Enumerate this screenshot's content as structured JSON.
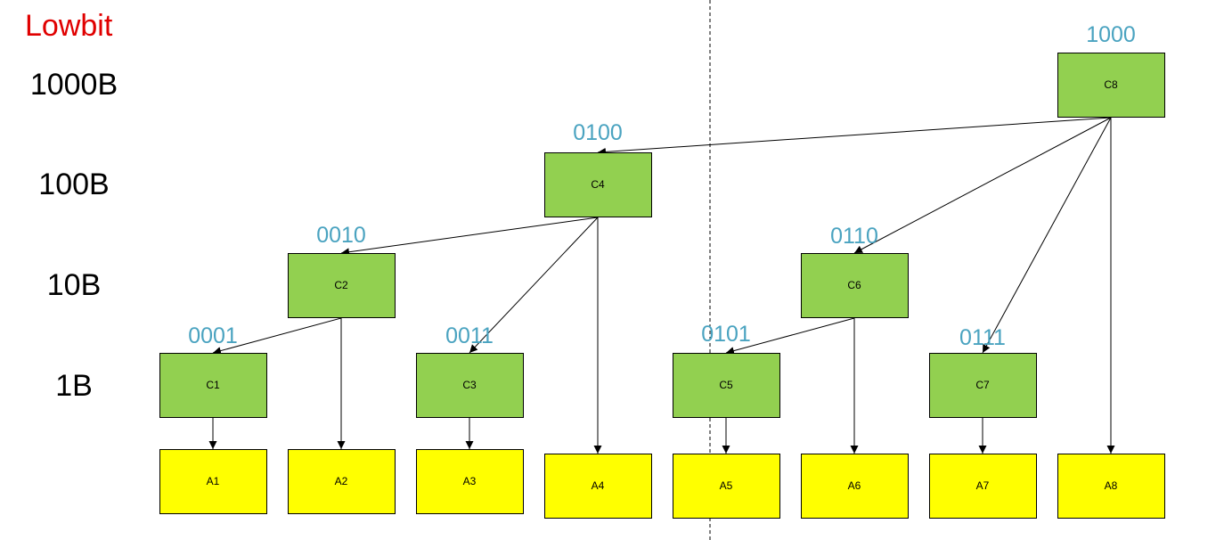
{
  "title": "Lowbit",
  "levels": [
    "1000B",
    "100B",
    "10B",
    "1B"
  ],
  "colors": {
    "title": "#e00000",
    "code": "#4aa3c0",
    "c_fill": "#92d050",
    "a_fill": "#ffff00",
    "stroke": "#000000"
  },
  "c_nodes": [
    {
      "id": "c1",
      "label": "C1",
      "code": "0001"
    },
    {
      "id": "c2",
      "label": "C2",
      "code": "0010"
    },
    {
      "id": "c3",
      "label": "C3",
      "code": "0011"
    },
    {
      "id": "c4",
      "label": "C4",
      "code": "0100"
    },
    {
      "id": "c5",
      "label": "C5",
      "code": "0101"
    },
    {
      "id": "c6",
      "label": "C6",
      "code": "0110"
    },
    {
      "id": "c7",
      "label": "C7",
      "code": "0111"
    },
    {
      "id": "c8",
      "label": "C8",
      "code": "1000"
    }
  ],
  "a_nodes": [
    {
      "id": "a1",
      "label": "A1"
    },
    {
      "id": "a2",
      "label": "A2"
    },
    {
      "id": "a3",
      "label": "A3"
    },
    {
      "id": "a4",
      "label": "A4"
    },
    {
      "id": "a5",
      "label": "A5"
    },
    {
      "id": "a6",
      "label": "A6"
    },
    {
      "id": "a7",
      "label": "A7"
    },
    {
      "id": "a8",
      "label": "A8"
    }
  ],
  "edges": [
    {
      "from": "c8",
      "to": "c4"
    },
    {
      "from": "c8",
      "to": "c6"
    },
    {
      "from": "c8",
      "to": "c7"
    },
    {
      "from": "c8",
      "to": "a8"
    },
    {
      "from": "c4",
      "to": "c2"
    },
    {
      "from": "c4",
      "to": "c3"
    },
    {
      "from": "c4",
      "to": "a4"
    },
    {
      "from": "c2",
      "to": "c1"
    },
    {
      "from": "c2",
      "to": "a2"
    },
    {
      "from": "c6",
      "to": "c5"
    },
    {
      "from": "c6",
      "to": "a6"
    },
    {
      "from": "c1",
      "to": "a1"
    },
    {
      "from": "c3",
      "to": "a3"
    },
    {
      "from": "c5",
      "to": "a5"
    },
    {
      "from": "c7",
      "to": "a7"
    }
  ]
}
